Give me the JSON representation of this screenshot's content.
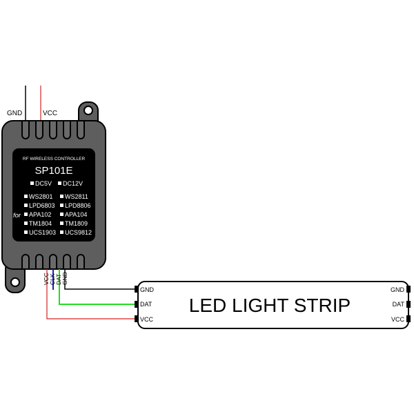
{
  "input_wires": {
    "gnd_label": "GND",
    "vcc_label": "VCC"
  },
  "controller": {
    "subtitle": "RF WIRELESS CONTROLLER",
    "model": "SP101E",
    "voltages": [
      "DC5V",
      "DC12V"
    ],
    "for_label": "for",
    "chips_left": [
      "WS2801",
      "LPD6803",
      "APA102",
      "TM1804",
      "UCS1903"
    ],
    "chips_right": [
      "WS2811",
      "LPD8806",
      "APA104",
      "TM1809",
      "UCS9812"
    ]
  },
  "output_pins": [
    "VCC",
    "CLK",
    "DAT",
    "GND"
  ],
  "strip": {
    "title": "LED LIGHT STRIP",
    "left_pins": [
      "GND",
      "DAT",
      "VCC"
    ],
    "right_pins": [
      "GND",
      "DAT",
      "VCC"
    ]
  },
  "colors": {
    "gnd": "#000000",
    "vcc": "#d62020",
    "dat": "#22dd22",
    "clk": "#1a1acc",
    "body": "#5e5e5e"
  }
}
